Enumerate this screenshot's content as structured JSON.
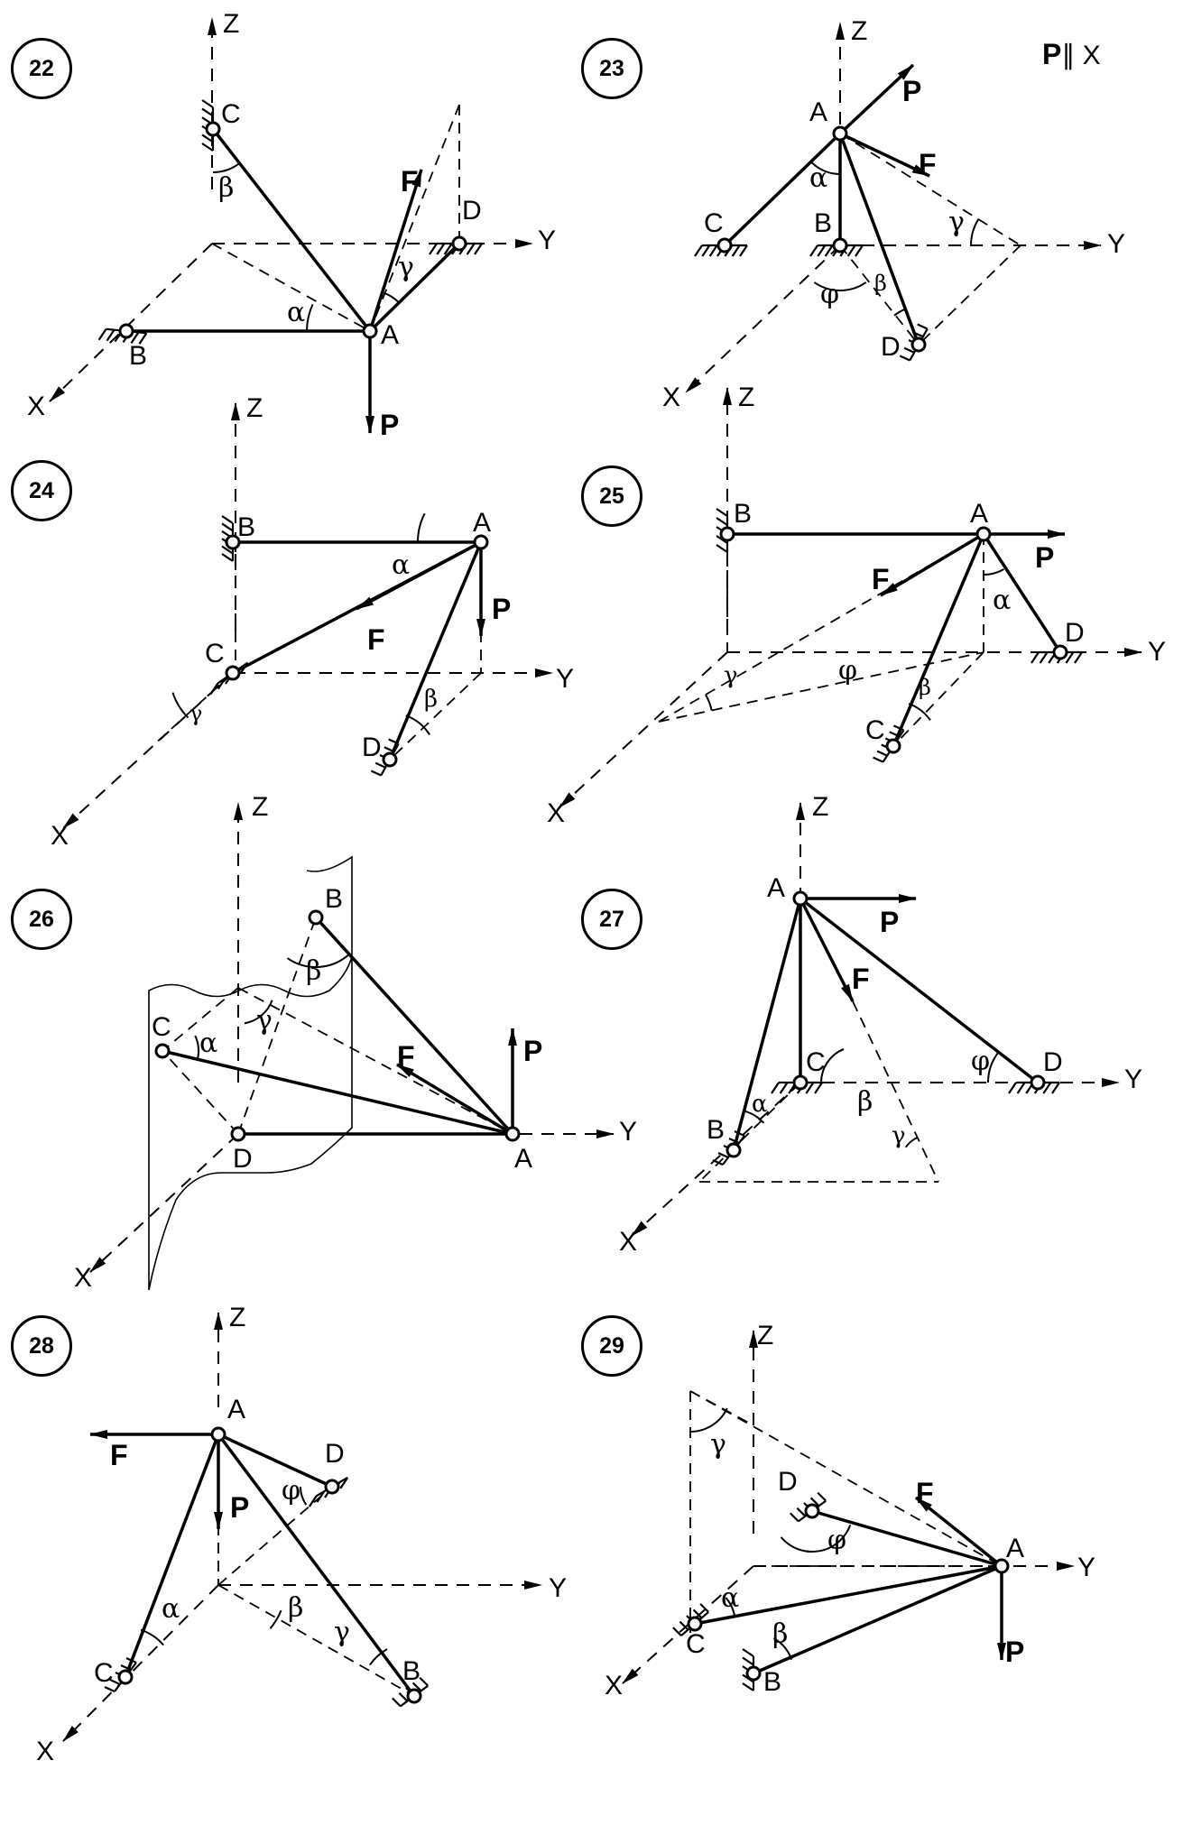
{
  "panels": [
    {
      "number": "22",
      "labels": {
        "Z": "Z",
        "X": "X",
        "Y": "Y",
        "A": "A",
        "B": "B",
        "C": "C",
        "D": "D",
        "F": "F",
        "P": "P",
        "alpha": "α",
        "beta": "β",
        "gamma": "γ"
      }
    },
    {
      "number": "23",
      "condition": {
        "vector": "P",
        "text": "∥ X"
      },
      "labels": {
        "Z": "Z",
        "X": "X",
        "Y": "Y",
        "A": "A",
        "B": "B",
        "C": "C",
        "D": "D",
        "F": "F",
        "P": "P",
        "alpha": "α",
        "beta": "β",
        "gamma": "γ",
        "phi": "φ"
      }
    },
    {
      "number": "24",
      "labels": {
        "Z": "Z",
        "X": "X",
        "Y": "Y",
        "A": "A",
        "B": "B",
        "C": "C",
        "D": "D",
        "F": "F",
        "P": "P",
        "alpha": "α",
        "beta": "β",
        "gamma": "γ"
      }
    },
    {
      "number": "25",
      "labels": {
        "Z": "Z",
        "X": "X",
        "Y": "Y",
        "A": "A",
        "B": "B",
        "C": "C",
        "D": "D",
        "F": "F",
        "P": "P",
        "alpha": "α",
        "beta": "β",
        "gamma": "γ",
        "phi": "φ"
      }
    },
    {
      "number": "26",
      "labels": {
        "Z": "Z",
        "X": "X",
        "Y": "Y",
        "A": "A",
        "B": "B",
        "C": "C",
        "D": "D",
        "F": "F",
        "P": "P",
        "alpha": "α",
        "beta": "β",
        "gamma": "γ"
      }
    },
    {
      "number": "27",
      "labels": {
        "Z": "Z",
        "X": "X",
        "Y": "Y",
        "A": "A",
        "B": "B",
        "C": "C",
        "D": "D",
        "F": "F",
        "P": "P",
        "alpha": "α",
        "beta": "β",
        "gamma": "γ",
        "phi": "φ"
      }
    },
    {
      "number": "28",
      "labels": {
        "Z": "Z",
        "X": "X",
        "Y": "Y",
        "A": "A",
        "B": "B",
        "C": "C",
        "D": "D",
        "F": "F",
        "P": "P",
        "alpha": "α",
        "beta": "β",
        "gamma": "γ",
        "phi": "φ"
      }
    },
    {
      "number": "29",
      "labels": {
        "Z": "Z",
        "X": "X",
        "Y": "Y",
        "A": "A",
        "B": "B",
        "C": "C",
        "D": "D",
        "F": "F",
        "P": "P",
        "alpha": "α",
        "beta": "β",
        "gamma": "γ",
        "phi": "φ"
      }
    }
  ]
}
